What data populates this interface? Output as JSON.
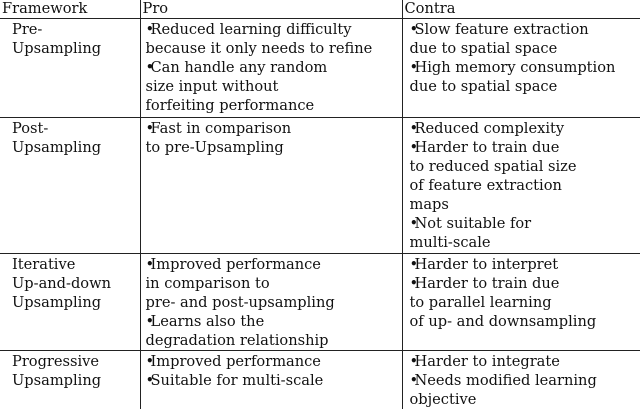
{
  "table": {
    "headers": [
      "Framework",
      "Pro",
      "Contra"
    ],
    "rows": [
      {
        "framework": [
          "Pre-",
          "Upsampling"
        ],
        "pro": [
          [
            "Reduced learning difficulty",
            "because it only needs to refine"
          ],
          [
            "Can handle any random",
            "size input without",
            "forfeiting performance"
          ]
        ],
        "contra": [
          [
            "Slow feature extraction",
            "due to spatial space"
          ],
          [
            "High memory consumption",
            "due to spatial space"
          ]
        ]
      },
      {
        "framework": [
          "Post-",
          "Upsampling"
        ],
        "pro": [
          [
            "Fast in comparison",
            "to pre-Upsampling"
          ]
        ],
        "contra": [
          [
            "Reduced complexity"
          ],
          [
            "Harder to train due",
            "to reduced spatial size",
            "of feature extraction",
            "maps"
          ],
          [
            "Not suitable for",
            "multi-scale"
          ]
        ]
      },
      {
        "framework": [
          "Iterative",
          "Up-and-down",
          "Upsampling"
        ],
        "pro": [
          [
            "Improved performance",
            "in comparison to",
            "pre- and post-upsampling"
          ],
          [
            "Learns also the",
            "degradation relationship"
          ]
        ],
        "contra": [
          [
            "Harder to interpret"
          ],
          [
            "Harder to train due",
            "to parallel learning",
            "of up- and downsampling"
          ]
        ]
      },
      {
        "framework": [
          "Progressive",
          "Upsampling"
        ],
        "pro": [
          [
            "Improved performance"
          ],
          [
            "Suitable for multi-scale"
          ]
        ],
        "contra": [
          [
            "Harder to integrate"
          ],
          [
            "Needs modified learning",
            "objective"
          ]
        ]
      }
    ]
  }
}
